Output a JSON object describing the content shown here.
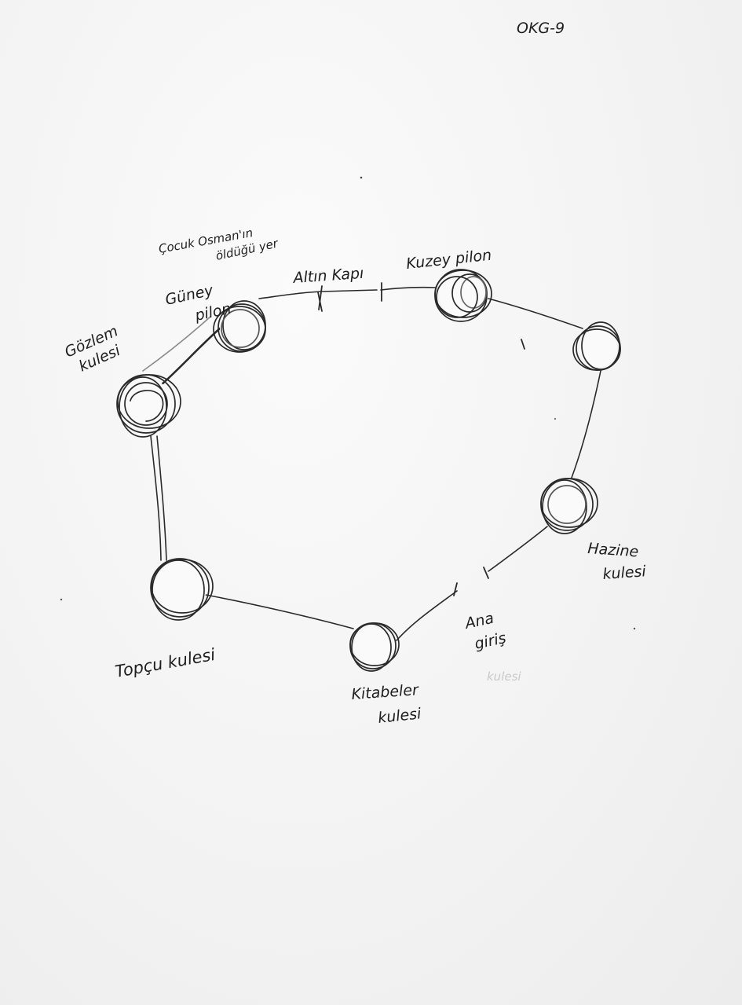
{
  "sheet_code": "OKG-9",
  "labels": {
    "gozlem_kulesi": [
      "Gözlem",
      "kulesi"
    ],
    "guney_pilon": [
      "Güney",
      "pilon"
    ],
    "annotation": [
      "Çocuk Osman'ın",
      "öldüğü yer"
    ],
    "altin_kapi": "Altın Kapı",
    "kuzey_pilon": "Kuzey pilon",
    "hazine_kulesi": [
      "Hazine",
      "kulesi"
    ],
    "ana_giris": [
      "Ana",
      "giriş"
    ],
    "kitabeler_kulesi": [
      "Kitabeler",
      "kulesi"
    ],
    "topcu_kulesi": "Topçu kulesi",
    "faint_text": "kulesi"
  }
}
